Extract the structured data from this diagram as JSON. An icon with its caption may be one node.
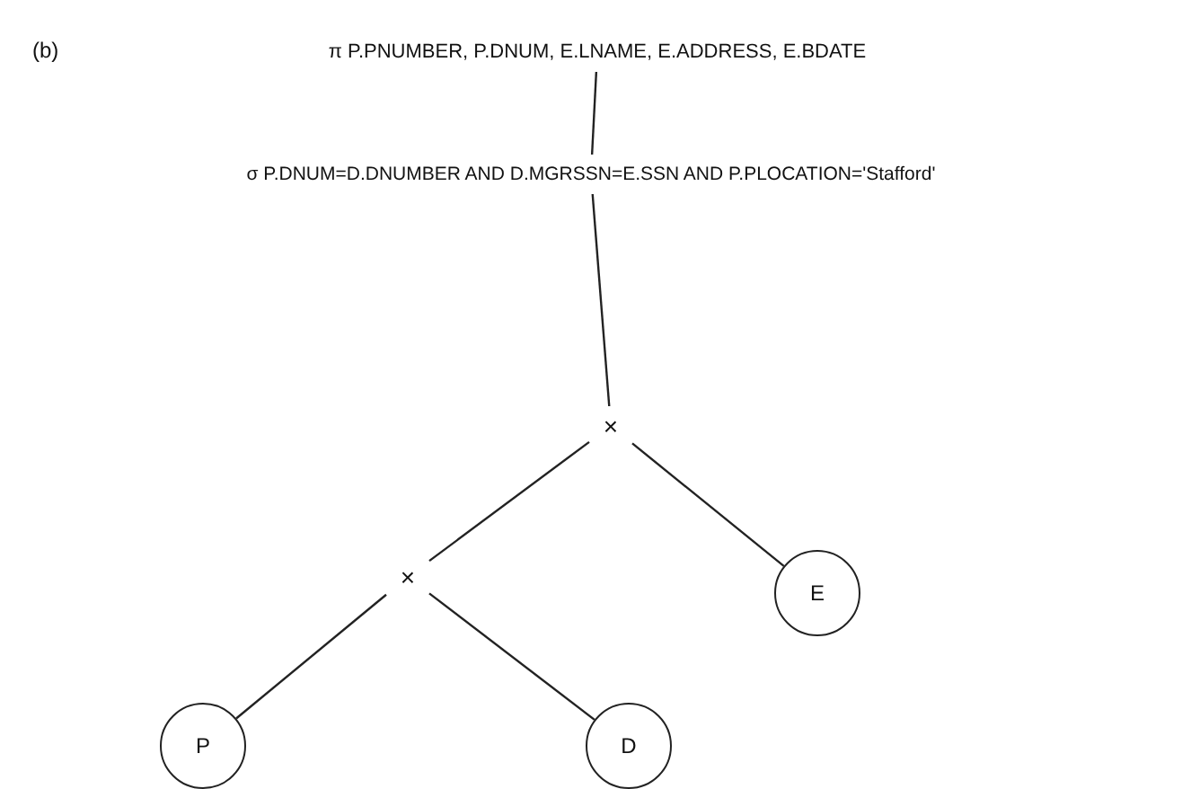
{
  "diagram": {
    "nodes": [
      {
        "text": [
          "π P.PNUMBER, P.DNUM, E.LNAME, E.ADDRESS, E.BDATE"
        ]
      },
      {
        "text": [
          "σ P.DNUM=D.DNUMBER AND D.MGRSSN=E.SSN AND P.PLOCATION='Stafford'"
        ]
      },
      {
        "text": [
          "×"
        ]
      },
      {
        "text": [
          "×"
        ]
      },
      {
        "text": [
          "P"
        ]
      },
      {
        "text": [
          "D"
        ]
      },
      {
        "text": [
          "E"
        ]
      }
    ],
    "edges": [
      {
        "from": 0,
        "to": 1,
        "arrow": "none"
      },
      {
        "from": 1,
        "to": 2,
        "arrow": "none"
      },
      {
        "from": 2,
        "to": 3,
        "arrow": "none"
      },
      {
        "from": 2,
        "to": 6,
        "arrow": "none"
      },
      {
        "from": 3,
        "to": 4,
        "arrow": "none"
      },
      {
        "from": 3,
        "to": 5,
        "arrow": "none"
      }
    ],
    "labels": [
      "(b)"
    ]
  }
}
